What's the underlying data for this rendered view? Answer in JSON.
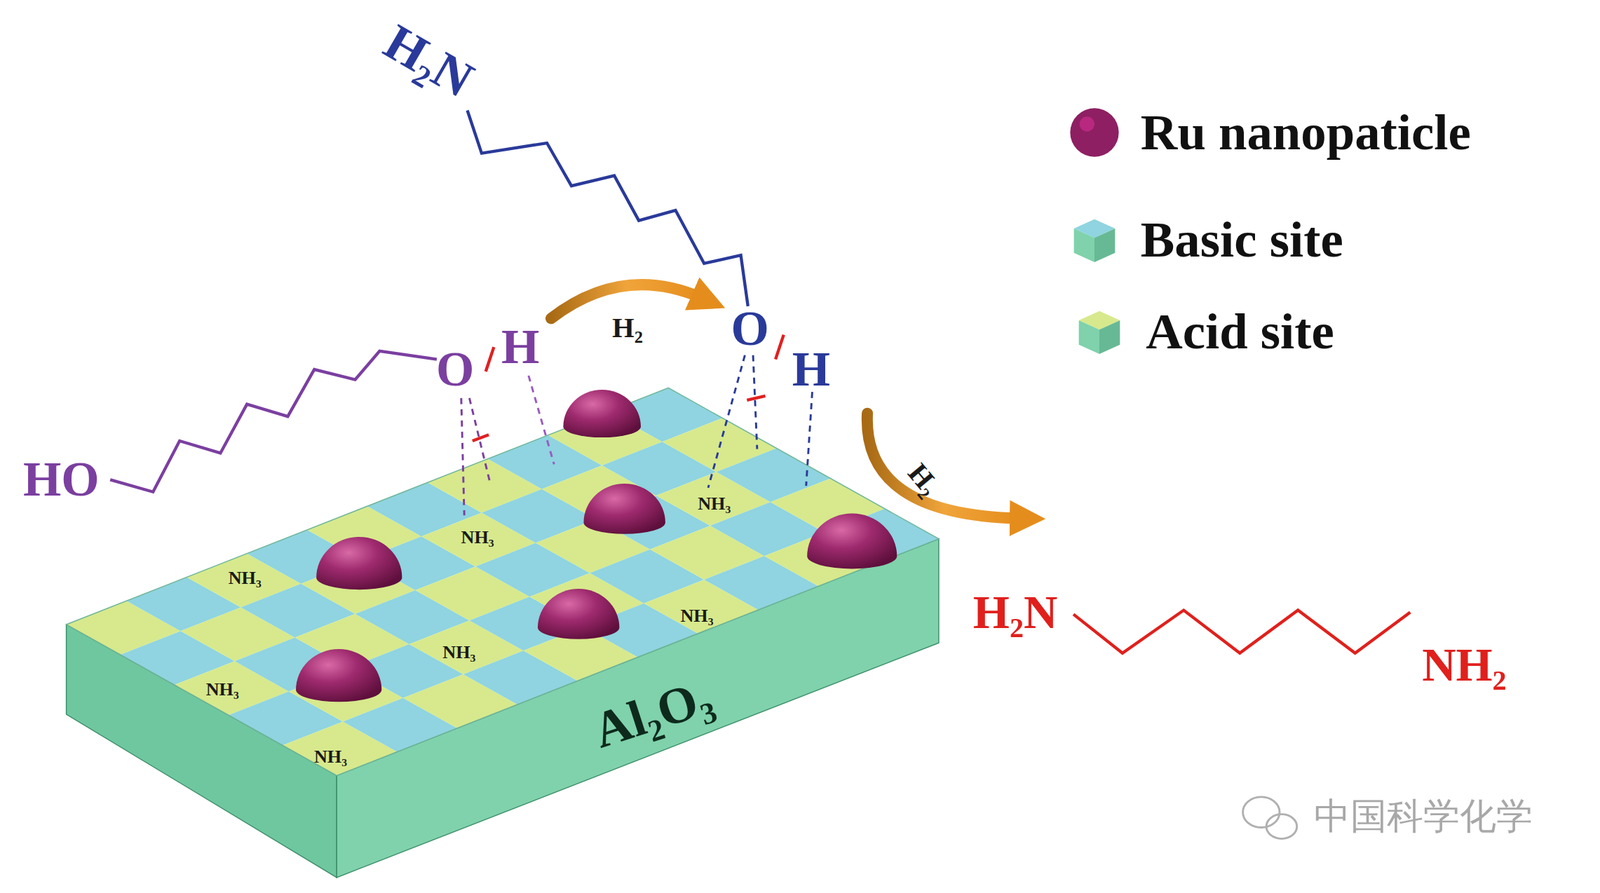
{
  "diagram": {
    "nodes": [
      {
        "text": [
          "Al₂O₃"
        ]
      }
    ],
    "labels": [
      "H₂N",
      "O",
      "H",
      "HO",
      "O",
      "H",
      "H₂",
      "H₂",
      "NH₃",
      "NH₃",
      "NH₃",
      "NH₃",
      "NH₃",
      "NH₃",
      "NH₃",
      "H₂N",
      "NH₂",
      "中国科学化学"
    ],
    "legend": [
      {
        "text": "Ru nanopaticle",
        "color": "#8e1f62"
      },
      {
        "text": "Basic site",
        "color": "#8fd4e0"
      },
      {
        "text": "Acid site",
        "color": "#d7e98c"
      }
    ]
  }
}
